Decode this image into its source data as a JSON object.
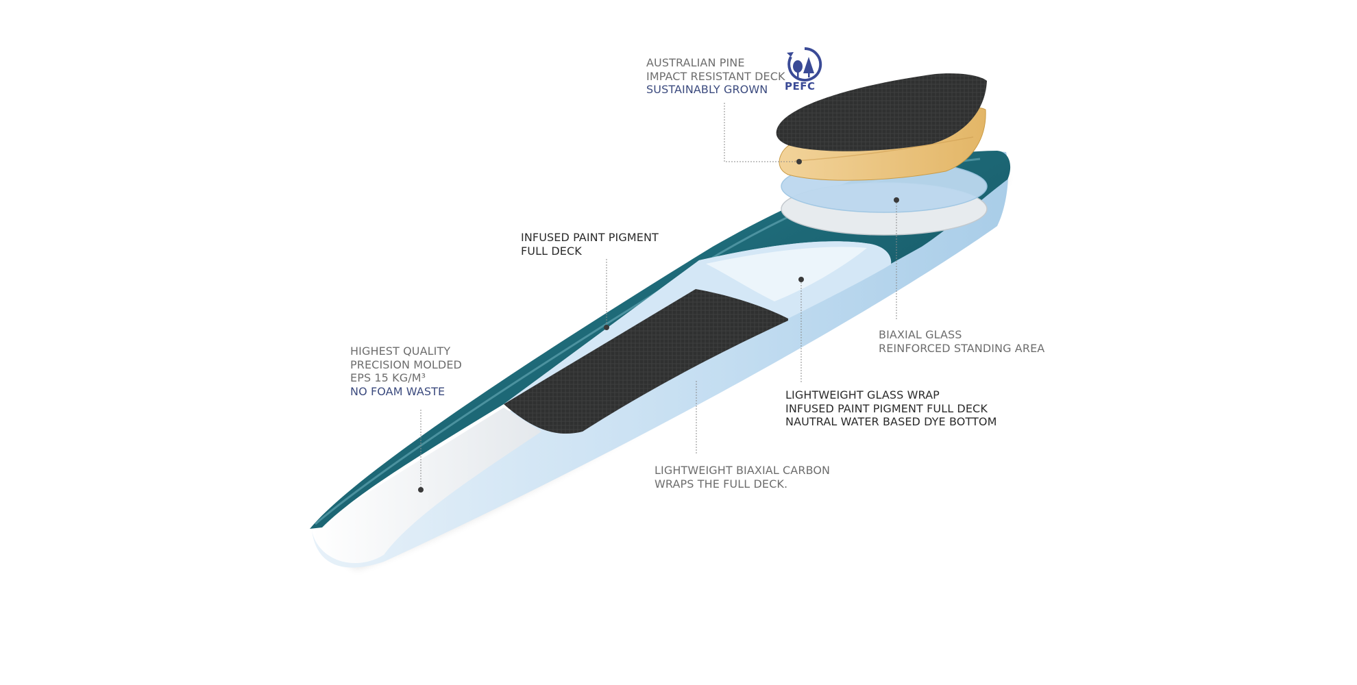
{
  "callouts": {
    "pine": {
      "lines": [
        "AUSTRALIAN PINE",
        "IMPACT RESISTANT DECK"
      ],
      "accent": "SUSTAINABLY GROWN"
    },
    "pigment": {
      "lines": [
        "INFUSED PAINT PIGMENT",
        "FULL DECK"
      ]
    },
    "eps": {
      "lines": [
        "HIGHEST QUALITY",
        "PRECISION MOLDED",
        "EPS 15 KG/M³"
      ],
      "accent": "NO FOAM WASTE"
    },
    "biaxial_glass": {
      "lines": [
        "BIAXIAL GLASS",
        "REINFORCED STANDING AREA"
      ]
    },
    "glass_wrap": {
      "lines": [
        "LIGHTWEIGHT GLASS WRAP",
        "INFUSED PAINT PIGMENT FULL DECK",
        "NAUTRAL WATER BASED DYE  BOTTOM"
      ]
    },
    "carbon": {
      "lines": [
        "LIGHTWEIGHT BIAXIAL CARBON",
        "WRAPS THE FULL DECK."
      ]
    }
  },
  "logo": {
    "text": "PEFC",
    "icon": "pefc-trees-icon"
  },
  "colors": {
    "teal": "#1f6a78",
    "teal_dark": "#124c58",
    "glass_blue": "#c4def2",
    "foam": "#f1f3f5",
    "carbon": "#333333",
    "pine": "#e9c47e",
    "accent_text": "#3b4a7e",
    "label_text": "#6d6d6d",
    "dark_text": "#2a2a2a",
    "pefc_blue": "#3a4a96"
  }
}
